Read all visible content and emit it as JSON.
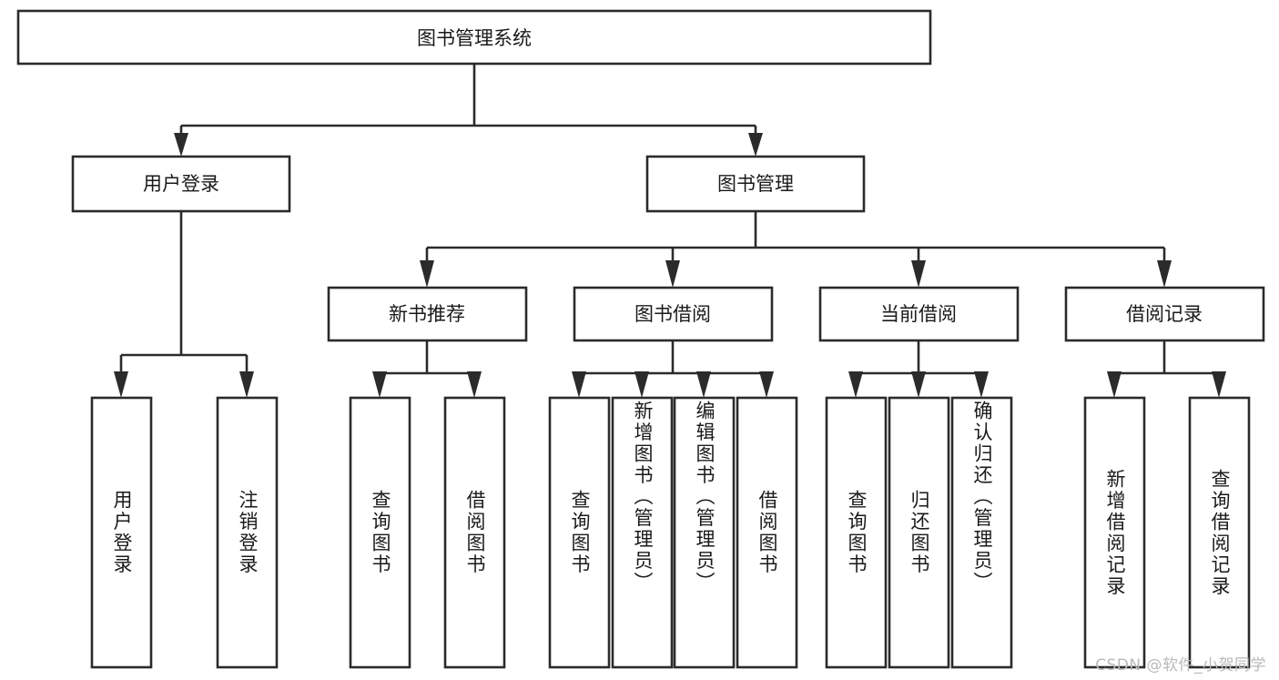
{
  "diagram": {
    "title": "图书管理系统",
    "watermark": "CSDN @软件_小贺同学",
    "orientation": "top-down",
    "levels": 4,
    "root": {
      "label": "图书管理系统",
      "children": [
        {
          "label": "用户登录",
          "children": [
            {
              "label": "用户登录"
            },
            {
              "label": "注销登录"
            }
          ]
        },
        {
          "label": "图书管理",
          "children": [
            {
              "label": "新书推荐",
              "children": [
                {
                  "label": "查询图书"
                },
                {
                  "label": "借阅图书"
                }
              ]
            },
            {
              "label": "图书借阅",
              "children": [
                {
                  "label": "查询图书"
                },
                {
                  "label": "新增图书（管理员）"
                },
                {
                  "label": "编辑图书（管理员）"
                },
                {
                  "label": "借阅图书"
                }
              ]
            },
            {
              "label": "当前借阅",
              "children": [
                {
                  "label": "查询图书"
                },
                {
                  "label": "归还图书"
                },
                {
                  "label": "确认归还（管理员）"
                }
              ]
            },
            {
              "label": "借阅记录",
              "children": [
                {
                  "label": "新增借阅记录"
                },
                {
                  "label": "查询借阅记录"
                }
              ]
            }
          ]
        }
      ]
    }
  },
  "colors": {
    "box_stroke": "#2b2b2b",
    "box_fill": "#ffffff",
    "text": "#1a1a1a",
    "background": "#ffffff",
    "watermark": "#b9b9b9"
  },
  "nodes": {
    "root": {
      "label": "图书管理系统"
    },
    "l2": [
      {
        "label": "用户登录"
      },
      {
        "label": "图书管理"
      }
    ],
    "l3": [
      {
        "label": "新书推荐"
      },
      {
        "label": "图书借阅"
      },
      {
        "label": "当前借阅"
      },
      {
        "label": "借阅记录"
      }
    ],
    "leaves": [
      {
        "label": "用户登录"
      },
      {
        "label": "注销登录"
      },
      {
        "label": "查询图书"
      },
      {
        "label": "借阅图书"
      },
      {
        "label": "查询图书"
      },
      {
        "label": "新增图书（管理员）"
      },
      {
        "label": "编辑图书（管理员）"
      },
      {
        "label": "借阅图书"
      },
      {
        "label": "查询图书"
      },
      {
        "label": "归还图书"
      },
      {
        "label": "确认归还（管理员）"
      },
      {
        "label": "新增借阅记录"
      },
      {
        "label": "查询借阅记录"
      }
    ]
  }
}
